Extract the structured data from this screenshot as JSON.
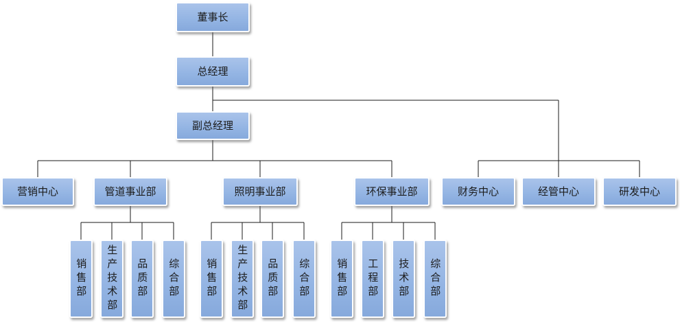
{
  "org": {
    "chairman": "董事长",
    "gm": "总经理",
    "deputy_gm": "副总经理",
    "marketing_center": "营销中心",
    "pipeline_division": "管道事业部",
    "lighting_division": "照明事业部",
    "environment_division": "环保事业部",
    "finance_center": "财务中心",
    "management_center": "经管中心",
    "rnd_center": "研发中心",
    "pipeline_sub": [
      "销售部",
      "生产技术部",
      "品质部",
      "综合部"
    ],
    "lighting_sub": [
      "销售部",
      "生产技术部",
      "品质部",
      "综合部"
    ],
    "environment_sub": [
      "销售部",
      "工程部",
      "技术部",
      "综合部"
    ]
  },
  "colors": {
    "box_fill": "#93b4e3",
    "box_border": "#ffffff",
    "connector": "#1a1a1a",
    "text": "#1c1c1c"
  }
}
